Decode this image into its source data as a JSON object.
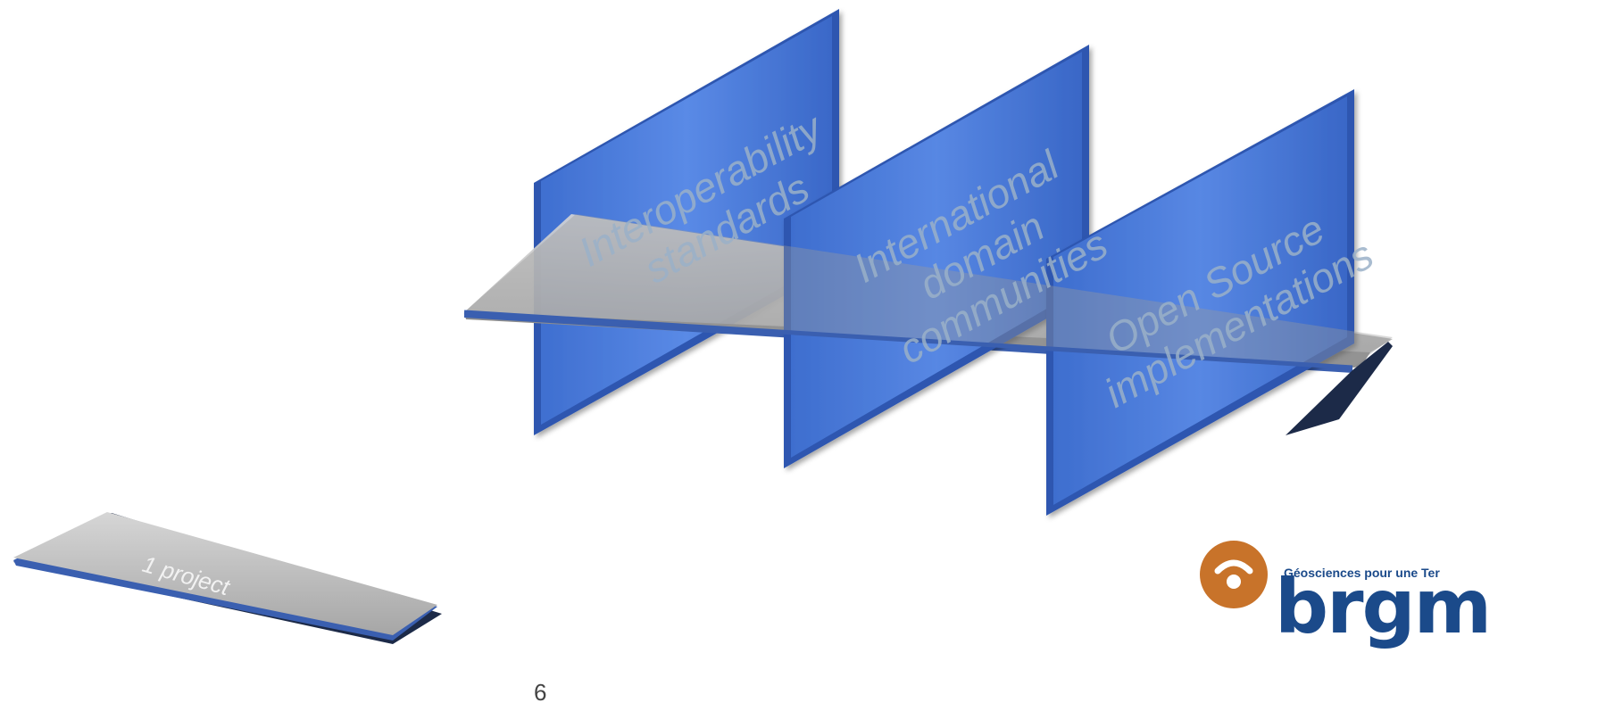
{
  "pillars": [
    {
      "lines": [
        "Interoperability",
        "standards"
      ]
    },
    {
      "lines": [
        "International",
        "domain",
        "communities"
      ]
    },
    {
      "lines": [
        "Open Source",
        "implementations"
      ]
    }
  ],
  "project": {
    "label": "1 project"
  },
  "page_number": "6",
  "logo": {
    "tagline": "Géosciences pour une Ter",
    "wordmark": "brgm"
  },
  "colors": {
    "panel": "#4d7fe0",
    "panel_edge": "#2f5fc0",
    "shelf": "#b9b9b9",
    "shelf_edge": "#3a5fb0",
    "logo_brown": "#c8732a",
    "logo_blue": "#1b4a8a"
  }
}
